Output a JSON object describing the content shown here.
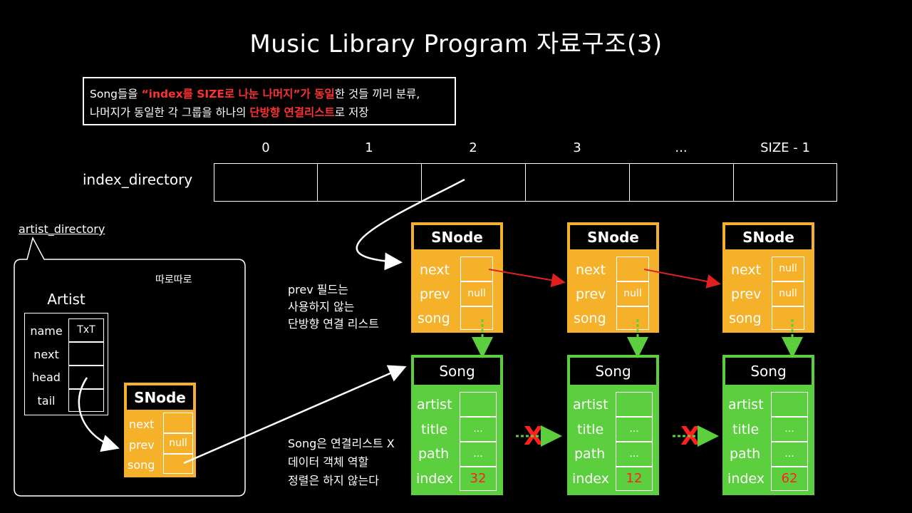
{
  "title": "Music Library Program 자료구조(3)",
  "info": {
    "line1_a": "Song들을 ",
    "line1_red": "“index를 SIZE로 나눈 나머지”가 동일",
    "line1_b": "한 것들 끼리 분류,",
    "line2_a": "나머지가 동일한 각 그룹을 하나의 ",
    "line2_red": "단방향 연결리스트",
    "line2_b": "로 저장"
  },
  "index_directory": {
    "label": "index_directory",
    "indices": [
      "0",
      "1",
      "2",
      "3",
      "...",
      "SIZE - 1"
    ]
  },
  "artist_directory": {
    "label": "artist_directory",
    "side_note": "따로따로",
    "artist": {
      "title": "Artist",
      "fields": [
        "name",
        "next",
        "head",
        "tail"
      ],
      "name_value": "TxT"
    },
    "snode": {
      "title": "SNode",
      "fields": [
        "next",
        "prev",
        "song"
      ],
      "prev_value": "null"
    }
  },
  "notes": {
    "prev_note": [
      "prev 필드는",
      "사용하지 않는",
      "단방향 연결 리스트"
    ],
    "song_note": [
      "Song은 연결리스트 X",
      "데이터 객체 역할",
      "정렬은 하지 않는다"
    ]
  },
  "snodes": [
    {
      "title": "SNode",
      "fields": [
        "next",
        "prev",
        "song"
      ],
      "values": [
        "",
        "null",
        ""
      ]
    },
    {
      "title": "SNode",
      "fields": [
        "next",
        "prev",
        "song"
      ],
      "values": [
        "",
        "null",
        ""
      ]
    },
    {
      "title": "SNode",
      "fields": [
        "next",
        "prev",
        "song"
      ],
      "values": [
        "null",
        "null",
        ""
      ]
    }
  ],
  "songs": [
    {
      "title": "Song",
      "fields": [
        "artist",
        "title",
        "path",
        "index"
      ],
      "values": [
        "",
        "...",
        "...",
        "32"
      ]
    },
    {
      "title": "Song",
      "fields": [
        "artist",
        "title",
        "path",
        "index"
      ],
      "values": [
        "",
        "...",
        "...",
        "12"
      ]
    },
    {
      "title": "Song",
      "fields": [
        "artist",
        "title",
        "path",
        "index"
      ],
      "values": [
        "",
        "...",
        "...",
        "62"
      ]
    }
  ],
  "cross_mark": "X",
  "colors": {
    "snode": "#f6b12b",
    "song": "#5ccf3e",
    "highlight": "#ff3030",
    "arrow_red": "#e02020",
    "arrow_green": "#5ccf3e"
  }
}
